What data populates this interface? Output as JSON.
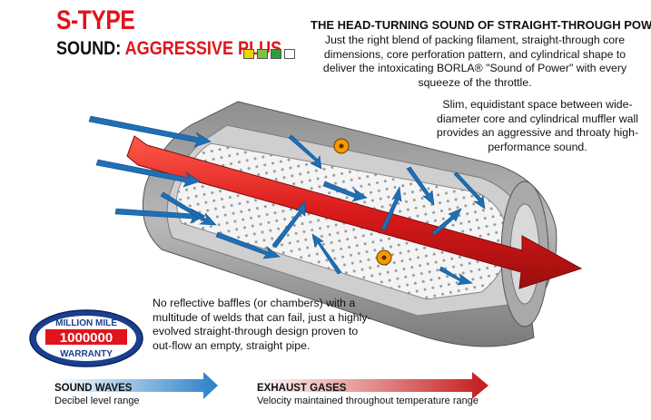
{
  "header": {
    "title": "S-TYPE",
    "sound_label": "SOUND:",
    "sound_value": "AGGRESSIVE PLUS",
    "meter_colors": [
      "#e8d800",
      "#7dc242",
      "#2e9e3b",
      "#ffffff"
    ]
  },
  "headline": "THE HEAD-TURNING SOUND OF STRAIGHT-THROUGH POWER",
  "intro": "Just the right blend of packing filament, straight-through core dimensions, core perforation pattern, and cylindrical shape to deliver the intoxicating BORLA® \"Sound of Power\" with every squeeze of the throttle.",
  "callout_slim": "Slim, equidistant space between wide-diameter core and cylindrical muffler wall provides an aggressive and throaty high-performance sound.",
  "callout_baffles": "No reflective baffles (or chambers) with a multitude of welds that can fail, just a highly-evolved straight-through design proven to out-flow an empty, straight pipe.",
  "badge": {
    "top": "MILLION MILE",
    "number": "1000000",
    "bottom": "WARRANTY"
  },
  "legend": {
    "sound_title": "SOUND WAVES",
    "sound_sub": "Decibel level range",
    "exhaust_title": "EXHAUST GASES",
    "exhaust_sub": "Velocity maintained throughout temperature range"
  },
  "colors": {
    "brand_red": "#e0141c",
    "sound_blue": "#1f6fb5",
    "exhaust_red": "#d81e1e",
    "callout_dot": "#f59a00"
  }
}
